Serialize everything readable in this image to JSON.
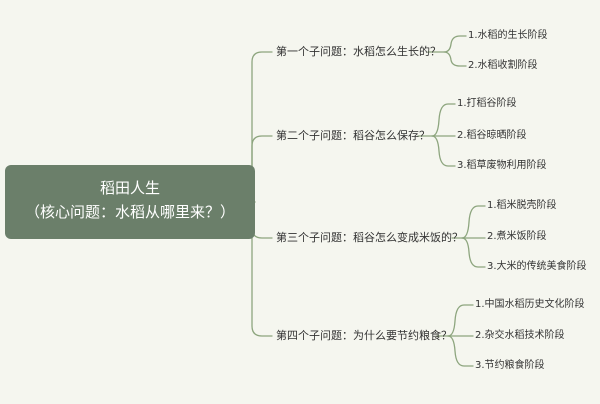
{
  "root": {
    "title": "稻田人生",
    "subtitle": "（核心问题：水稻从哪里来？）"
  },
  "branches": [
    {
      "label": "第一个子问题：水稻怎么生长的？",
      "children": [
        "1.水稻的生长阶段",
        "2.水稻收割阶段"
      ]
    },
    {
      "label": "第二个子问题：稻谷怎么保存？",
      "children": [
        "1.打稻谷阶段",
        "2.稻谷晾晒阶段",
        "3.稻草废物利用阶段"
      ]
    },
    {
      "label": "第三个子问题：稻谷怎么变成米饭的？",
      "children": [
        "1.稻米脱壳阶段",
        "2.煮米饭阶段",
        "3.大米的传统美食阶段"
      ]
    },
    {
      "label": "第四个子问题：为什么要节约粮食？",
      "children": [
        "1.中国水稻历史文化阶段",
        "2.杂交水稻技术阶段",
        "3.节约粮食阶段"
      ]
    }
  ],
  "colors": {
    "background": "#f5f6ef",
    "root_fill": "#6b7f6a",
    "connector": "#8da57e",
    "text": "#333333"
  }
}
